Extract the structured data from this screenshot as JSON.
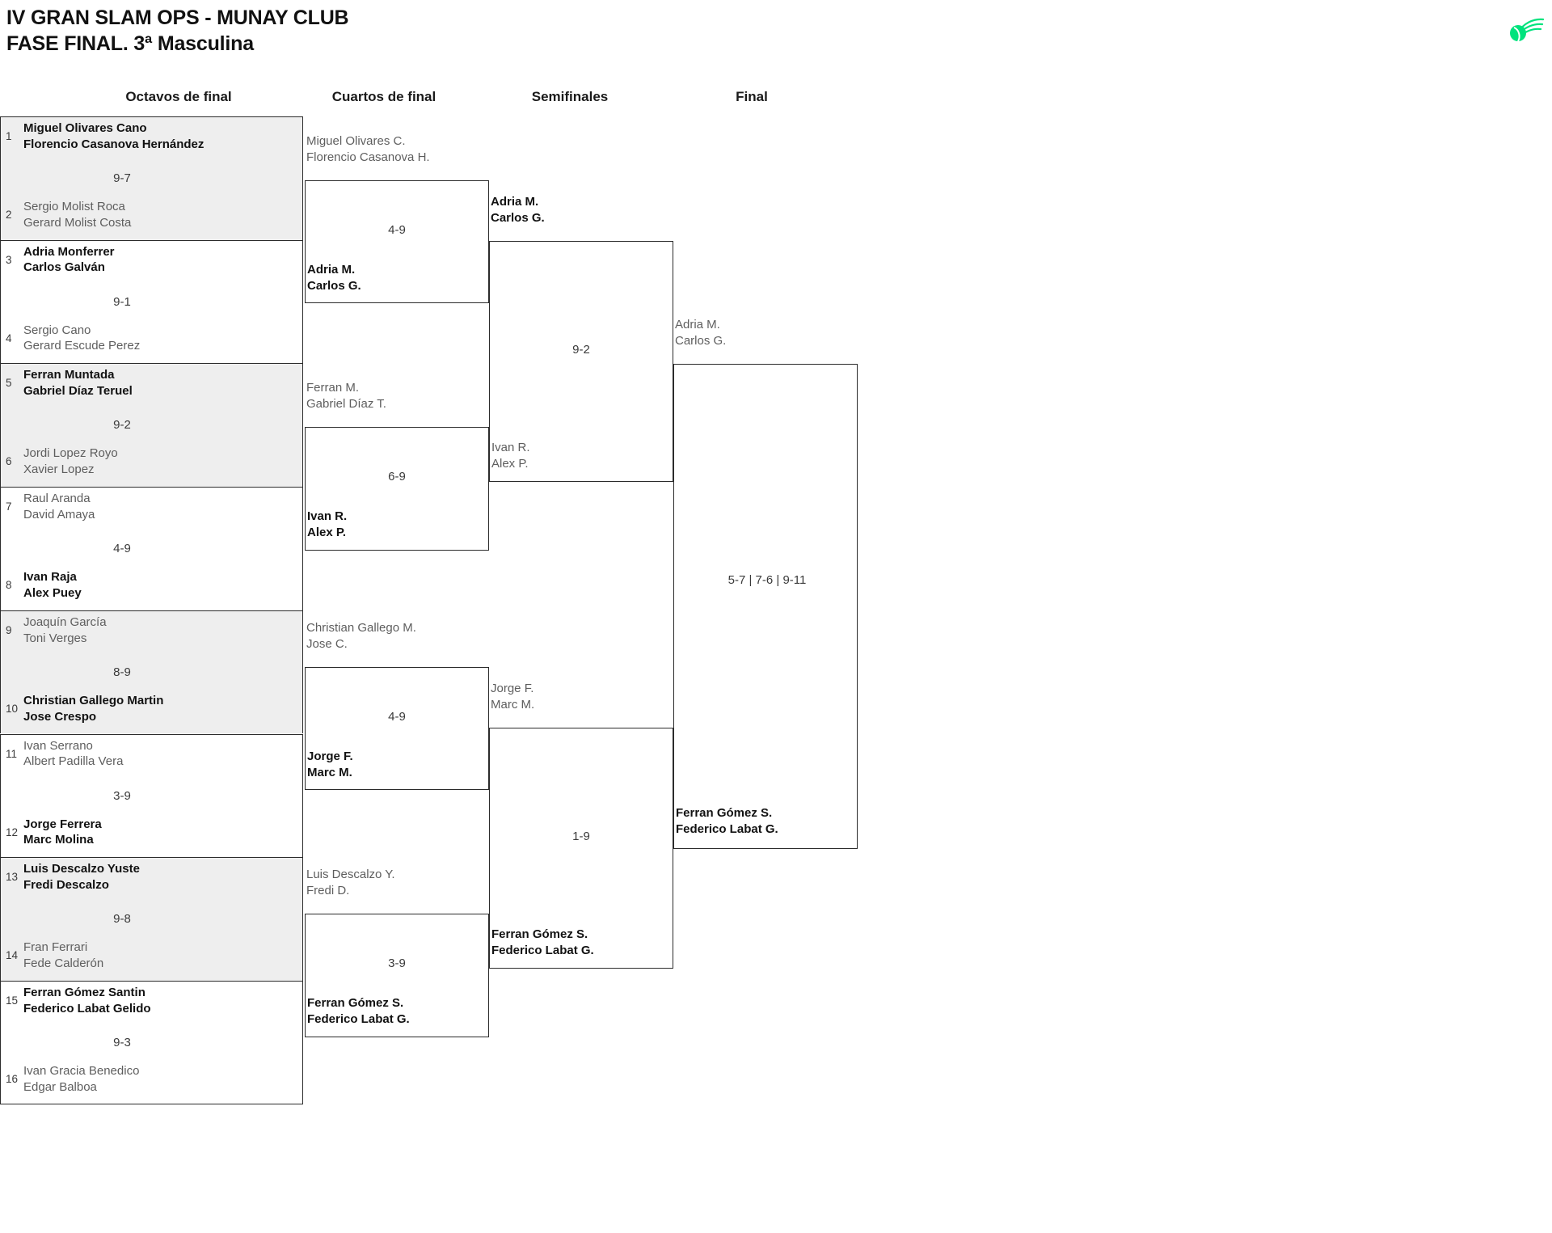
{
  "header": {
    "title_line1": "IV GRAN SLAM OPS - MUNAY CLUB",
    "title_line2": "FASE FINAL. 3ª Masculina",
    "logo_name": "munay-club-logo",
    "logo_color": "#00e37d"
  },
  "rounds": [
    {
      "label": "Octavos de final"
    },
    {
      "label": "Cuartos de final"
    },
    {
      "label": "Semifinales"
    },
    {
      "label": "Final"
    }
  ],
  "round16": [
    {
      "score": "9-7",
      "top": {
        "seed": "1",
        "p1": "Miguel Olivares Cano",
        "p2": "Florencio Casanova Hernández",
        "winner": true
      },
      "bottom": {
        "seed": "2",
        "p1": "Sergio Molist Roca",
        "p2": "Gerard Molist Costa",
        "winner": false
      }
    },
    {
      "score": "9-1",
      "top": {
        "seed": "3",
        "p1": "Adria Monferrer",
        "p2": "Carlos Galván",
        "winner": true
      },
      "bottom": {
        "seed": "4",
        "p1": "Sergio Cano",
        "p2": "Gerard Escude Perez",
        "winner": false
      }
    },
    {
      "score": "9-2",
      "top": {
        "seed": "5",
        "p1": "Ferran Muntada",
        "p2": "Gabriel Díaz Teruel",
        "winner": true
      },
      "bottom": {
        "seed": "6",
        "p1": "Jordi Lopez Royo",
        "p2": "Xavier Lopez",
        "winner": false
      }
    },
    {
      "score": "4-9",
      "top": {
        "seed": "7",
        "p1": "Raul Aranda",
        "p2": "David Amaya",
        "winner": false
      },
      "bottom": {
        "seed": "8",
        "p1": "Ivan Raja",
        "p2": "Alex Puey",
        "winner": true
      }
    },
    {
      "score": "8-9",
      "top": {
        "seed": "9",
        "p1": "Joaquín García",
        "p2": "Toni Verges",
        "winner": false
      },
      "bottom": {
        "seed": "10",
        "p1": "Christian Gallego Martin",
        "p2": "Jose Crespo",
        "winner": true
      }
    },
    {
      "score": "3-9",
      "top": {
        "seed": "11",
        "p1": "Ivan Serrano",
        "p2": "Albert Padilla Vera",
        "winner": false
      },
      "bottom": {
        "seed": "12",
        "p1": "Jorge Ferrera",
        "p2": "Marc Molina",
        "winner": true
      }
    },
    {
      "score": "9-8",
      "top": {
        "seed": "13",
        "p1": "Luis Descalzo Yuste",
        "p2": "Fredi Descalzo",
        "winner": true
      },
      "bottom": {
        "seed": "14",
        "p1": "Fran Ferrari",
        "p2": "Fede Calderón",
        "winner": false
      }
    },
    {
      "score": "9-3",
      "top": {
        "seed": "15",
        "p1": "Ferran Gómez Santin",
        "p2": "Federico Labat Gelido",
        "winner": true
      },
      "bottom": {
        "seed": "16",
        "p1": "Ivan Gracia Benedico",
        "p2": "Edgar Balboa",
        "winner": false
      }
    }
  ],
  "quarterfinals": [
    {
      "score": "4-9",
      "top": {
        "p1": "Miguel Olivares C.",
        "p2": "Florencio Casanova H.",
        "winner": false
      },
      "bottom": {
        "p1": "Adria M.",
        "p2": "Carlos G.",
        "winner": true
      }
    },
    {
      "score": "6-9",
      "top": {
        "p1": "Ferran M.",
        "p2": "Gabriel Díaz T.",
        "winner": false
      },
      "bottom": {
        "p1": "Ivan R.",
        "p2": "Alex P.",
        "winner": true
      }
    },
    {
      "score": "4-9",
      "top": {
        "p1": "Christian Gallego M.",
        "p2": "Jose C.",
        "winner": false
      },
      "bottom": {
        "p1": "Jorge F.",
        "p2": "Marc M.",
        "winner": true
      }
    },
    {
      "score": "3-9",
      "top": {
        "p1": "Luis Descalzo Y.",
        "p2": "Fredi D.",
        "winner": false
      },
      "bottom": {
        "p1": "Ferran Gómez S.",
        "p2": "Federico Labat G.",
        "winner": true
      }
    }
  ],
  "semifinals": [
    {
      "score": "9-2",
      "top": {
        "p1": "Adria M.",
        "p2": "Carlos G.",
        "winner": true
      },
      "bottom": {
        "p1": "Ivan R.",
        "p2": "Alex P.",
        "winner": false
      }
    },
    {
      "score": "1-9",
      "top": {
        "p1": "Jorge F.",
        "p2": "Marc M.",
        "winner": false
      },
      "bottom": {
        "p1": "Ferran Gómez S.",
        "p2": "Federico Labat G.",
        "winner": true
      }
    }
  ],
  "final": {
    "score": "5-7 | 7-6 | 9-11",
    "top": {
      "p1": "Adria M.",
      "p2": "Carlos G.",
      "winner": false
    },
    "bottom": {
      "p1": "Ferran Gómez S.",
      "p2": "Federico Labat G.",
      "winner": true
    }
  }
}
